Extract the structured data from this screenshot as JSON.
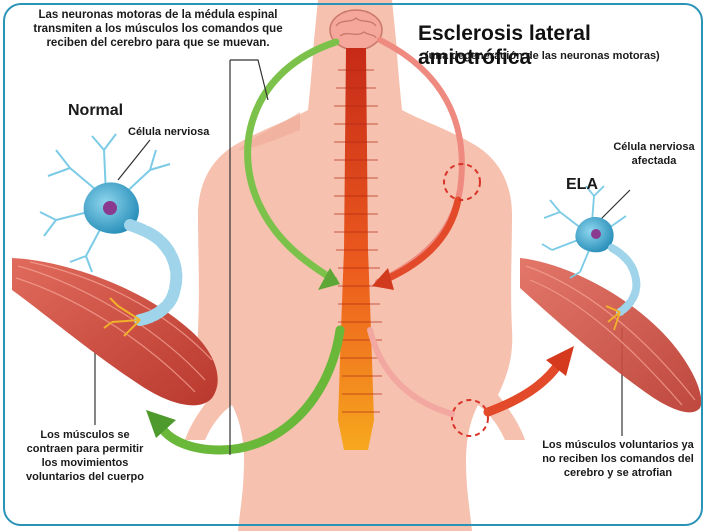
{
  "intro_text": "Las neuronas motoras de la médula espinal transmiten a los músculos los comandos que reciben del cerebro para que se muevan.",
  "title": "Esclerosis lateral amiotrófica",
  "subtitle": "(una degeneración de las neuronas motoras)",
  "normal_label": "Normal",
  "normal_cell_label": "Célula nerviosa",
  "ela_label": "ELA",
  "ela_cell_label": "Célula nerviosa afectada",
  "normal_muscle_text": "Los músculos se contraen para permitir los movimientos voluntarios del cuerpo",
  "ela_muscle_text": "Los músculos voluntarios ya no reciben los comandos del cerebro y se atrofian",
  "colors": {
    "frame": "#2a93b8",
    "body": "#f7c2b0",
    "spine_top": "#d63a1e",
    "spine_bottom": "#f5a21c",
    "arrow_green": "#6ab83a",
    "arrow_red": "#e24a2a",
    "neuron": "#3aa9d0",
    "muscle": "#d0574a",
    "damage_circle": "#d9342a"
  }
}
